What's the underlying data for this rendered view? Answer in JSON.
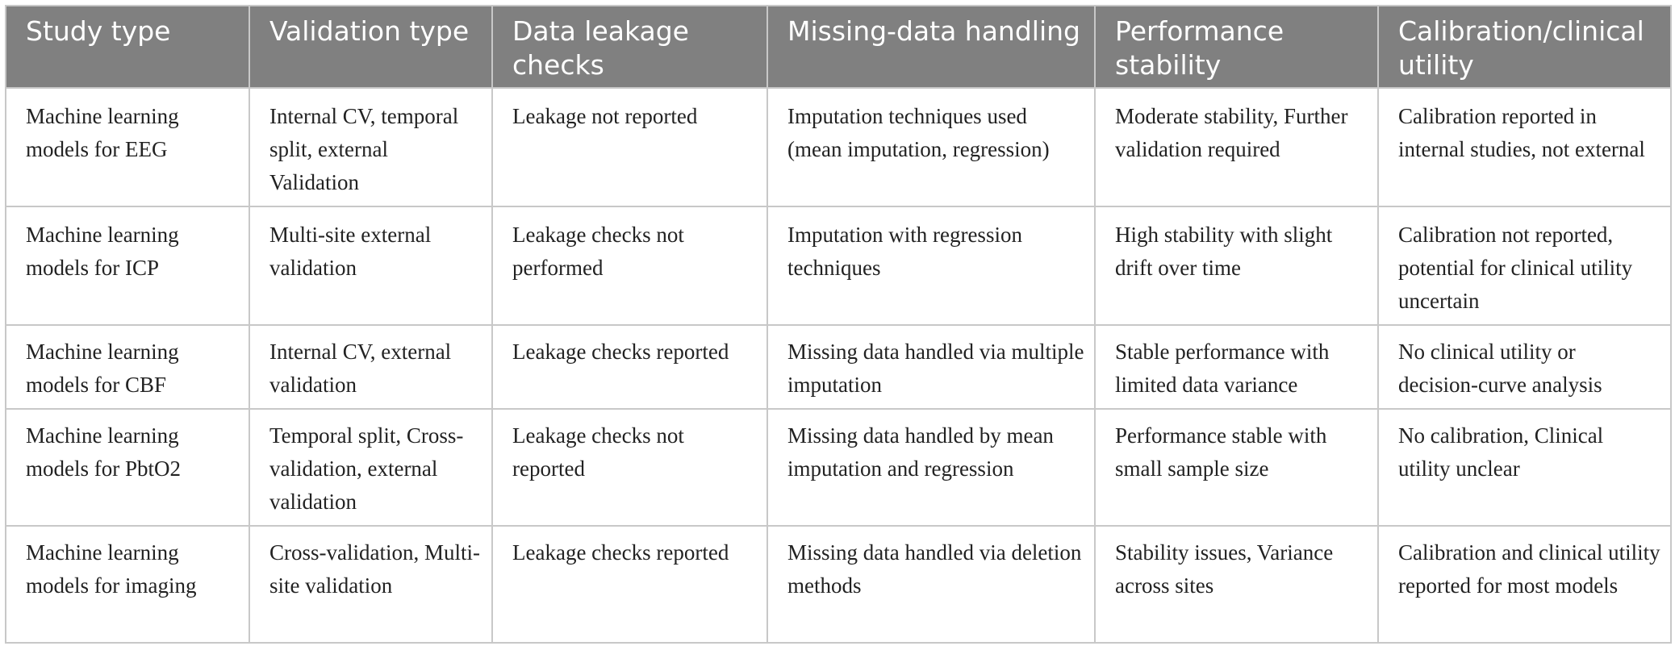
{
  "table": {
    "headers": [
      "Study type",
      "Validation type",
      "Data leakage checks",
      "Missing-data handling",
      "Performance stability",
      "Calibration/clinical utility"
    ],
    "rows": [
      [
        "Machine learning models for EEG",
        "Internal CV, temporal split, external Validation",
        "Leakage not reported",
        "Imputation techniques used (mean imputation, regression)",
        "Moderate stability, Further validation required",
        "Calibration reported in internal studies, not external"
      ],
      [
        "Machine learning models for ICP",
        "Multi-site external validation",
        "Leakage checks not performed",
        "Imputation with regression techniques",
        "High stability with slight drift over time",
        "Calibration not reported, potential for clinical utility uncertain"
      ],
      [
        "Machine learning models for CBF",
        "Internal CV, external validation",
        "Leakage checks reported",
        "Missing data handled via multiple imputation",
        "Stable performance with limited data variance",
        "No clinical utility or decision-curve analysis"
      ],
      [
        "Machine learning models for PbtO2",
        "Temporal split, Cross-validation, external validation",
        "Leakage checks not reported",
        "Missing data handled by mean imputation and regression",
        "Performance stable with small sample size",
        "No calibration, Clinical utility unclear"
      ],
      [
        "Machine learning models for imaging",
        "Cross-validation, Multi-site validation",
        "Leakage checks reported",
        "Missing data handled via deletion methods",
        "Stability issues, Variance across sites",
        "Calibration and clinical utility reported for most models"
      ]
    ]
  },
  "colors": {
    "header_bg": "#808080",
    "header_text": "#ffffff",
    "grid": "#c8c8c8",
    "body_text": "#222222"
  }
}
